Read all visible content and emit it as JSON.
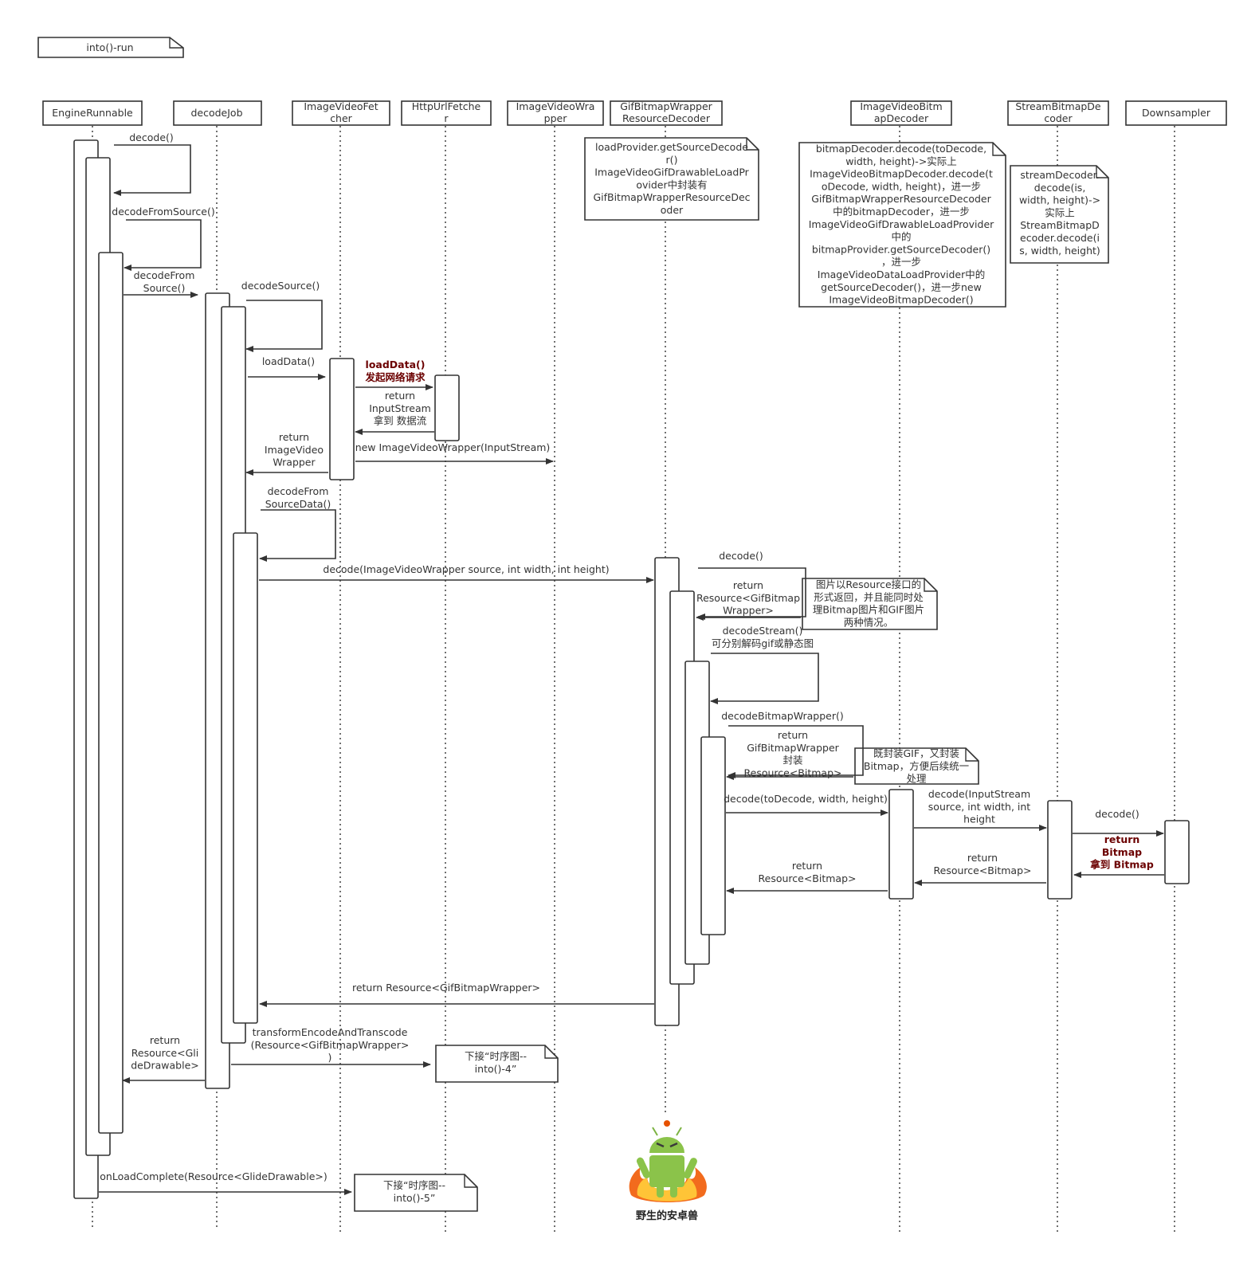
{
  "frame": {
    "title": "into()-run"
  },
  "participants": [
    "EngineRunnable",
    "decodeJob",
    "ImageVideoFet\ncher",
    "HttpUrlFetche\nr",
    "ImageVideoWra\npper",
    "GifBitmapWrapper\nResourceDecoder",
    "ImageVideoBitm\napDecoder",
    "StreamBitmapDe\ncoder",
    "Downsampler"
  ],
  "messages": [
    "decode()",
    "decodeFromSource()",
    "decodeFrom\nSource()",
    "decodeSource()",
    "loadData()",
    "loadData()\n发起网络请求",
    "return\nInputStream\n拿到 数据流",
    "new ImageVideoWrapper(InputStream)",
    "return\nImageVideo\nWrapper",
    "decodeFrom\nSourceData()",
    "decode(ImageVideoWrapper source, int width, int height)",
    "decode()",
    "return\nResource<GifBitmap\nWrapper>",
    "decodeStream()\n可分别解码gif或静态图",
    "decodeBitmapWrapper()",
    "return\nGifBitmapWrapper\n封装\nResource<Bitmap>",
    "decode(toDecode, width, height)",
    "decode(InputStream\nsource, int width, int\nheight",
    "decode()",
    "return\nBitmap\n拿到 Bitmap",
    "return\nResource<Bitmap>",
    "return\nResource<Bitmap>",
    "return Resource<GifBitmapWrapper>",
    "transformEncodeAndTranscode\n(Resource<GifBitmapWrapper>\n)",
    "return\nResource<Gli\ndeDrawable>",
    "onLoadComplete(Resource<GlideDrawable>)"
  ],
  "notes": [
    "loadProvider.getSourceDecode\nr()\nImageVideoGifDrawableLoadPr\novider中封装有\nGifBitmapWrapperResourceDec\noder",
    "bitmapDecoder.decode(toDecode,\nwidth, height)->实际上\nImageVideoBitmapDecoder.decode(t\noDecode, width, height)，进一步\nGifBitmapWrapperResourceDecoder\n中的bitmapDecoder，进一步\nImageVideoGifDrawableLoadProvider\n中的\nbitmapProvider.getSourceDecoder()\n，进一步\nImageVideoDataLoadProvider中的\ngetSourceDecoder()，进一步new\nImageVideoBitmapDecoder()",
    "streamDecoder.\ndecode(is,\nwidth, height)->\n实际上\nStreamBitmapD\necoder.decode(i\ns, width, height)",
    "图片以Resource接口的\n形式返回，并且能同时处\n理Bitmap图片和GIF图片\n两种情况。",
    "既封装GIF，又封装\nBitmap，方便后续统一\n处理",
    "下接“时序图--\ninto()-4”",
    "下接“时序图--\ninto()-5”"
  ],
  "logo": {
    "caption": "野生的安卓兽",
    "icon": "android-mascot-icon"
  }
}
